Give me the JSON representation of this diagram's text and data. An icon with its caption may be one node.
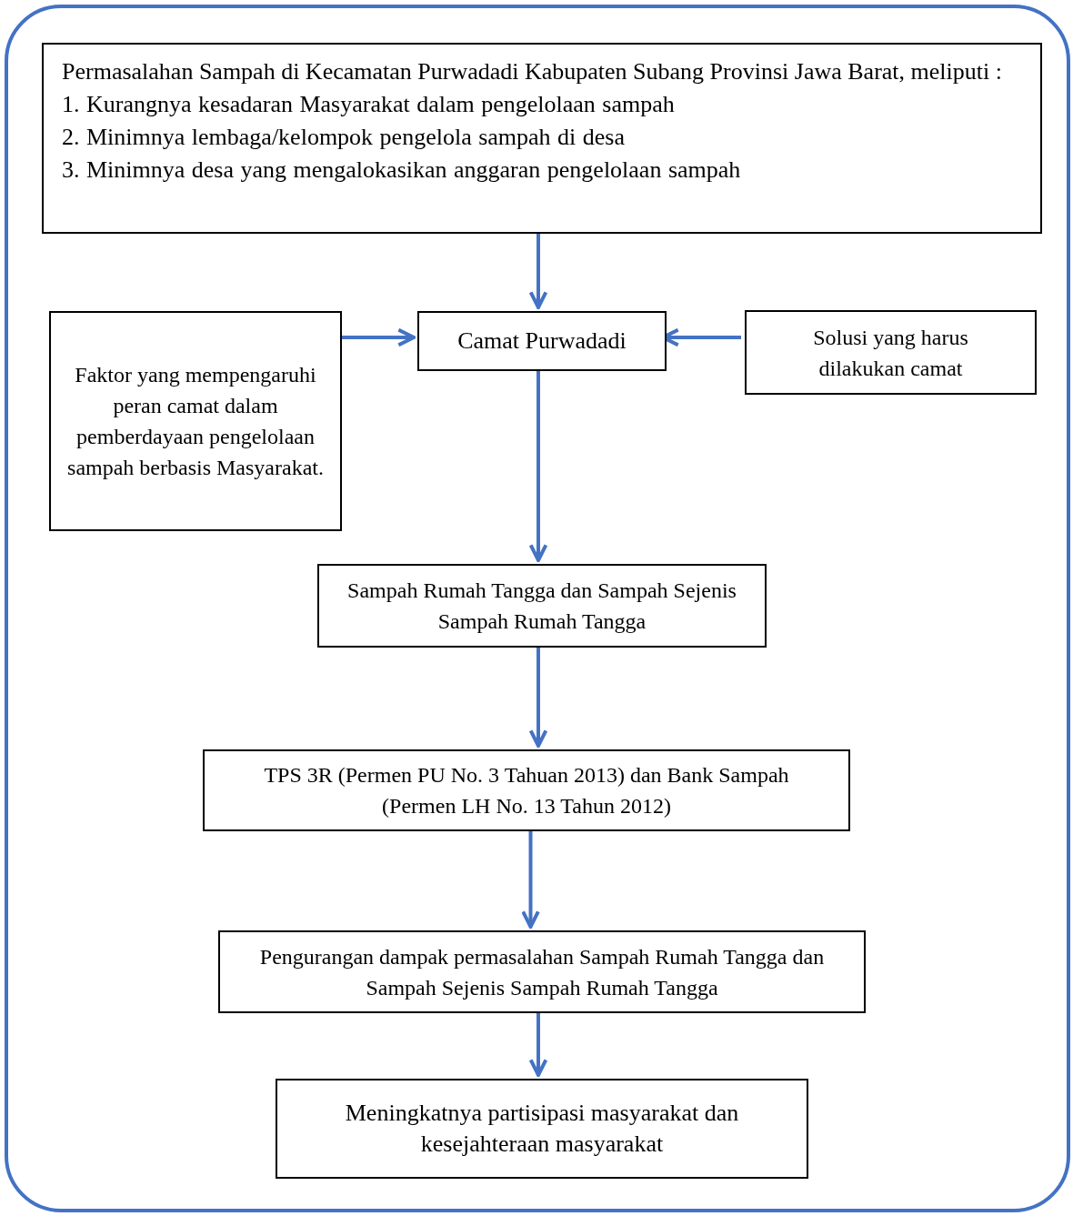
{
  "diagram": {
    "nodes": [
      {
        "text": [],
        "shape": "box"
      },
      {
        "text": [
          "Permasalahan Sampah di Kecamatan Purwadadi Kabupaten Subang Provinsi Jawa Barat, meliputi :",
          "1. Kurangnya kesadaran Masyarakat dalam pengelolaan sampah",
          "2. Minimnya lembaga/kelompok pengelola sampah di desa",
          "3. Minimnya desa yang mengalokasikan anggaran pengelolaan sampah"
        ],
        "in": 0
      },
      {
        "text": [
          "Faktor yang mempengaruhi peran camat dalam pemberdayaan pengelolaan sampah berbasis Masyarakat."
        ],
        "in": 0
      },
      {
        "text": [
          "Camat Purwadadi"
        ],
        "in": 0
      },
      {
        "text": [
          "Solusi yang harus dilakukan camat"
        ],
        "in": 0
      },
      {
        "text": [
          "Sampah Rumah Tangga dan Sampah Sejenis Sampah Rumah Tangga"
        ],
        "in": 0
      },
      {
        "text": [
          "TPS 3R (Permen PU No. 3 Tahuan 2013) dan Bank Sampah (Permen LH No. 13 Tahun 2012)"
        ],
        "in": 0
      },
      {
        "text": [
          "Pengurangan dampak permasalahan Sampah Rumah Tangga dan Sampah Sejenis Sampah Rumah Tangga"
        ],
        "in": 0
      },
      {
        "text": [
          "Meningkatnya partisipasi masyarakat dan kesejahteraan masyarakat"
        ],
        "in": 0
      }
    ],
    "edges": [
      {
        "from": 1,
        "to": 3,
        "arrow": "to"
      },
      {
        "from": 2,
        "to": 3,
        "arrow": "to"
      },
      {
        "from": 4,
        "to": 3,
        "arrow": "to"
      },
      {
        "from": 3,
        "to": 5,
        "arrow": "to"
      },
      {
        "from": 5,
        "to": 6,
        "arrow": "to"
      },
      {
        "from": 6,
        "to": 7,
        "arrow": "to"
      },
      {
        "from": 7,
        "to": 8,
        "arrow": "to"
      }
    ]
  }
}
